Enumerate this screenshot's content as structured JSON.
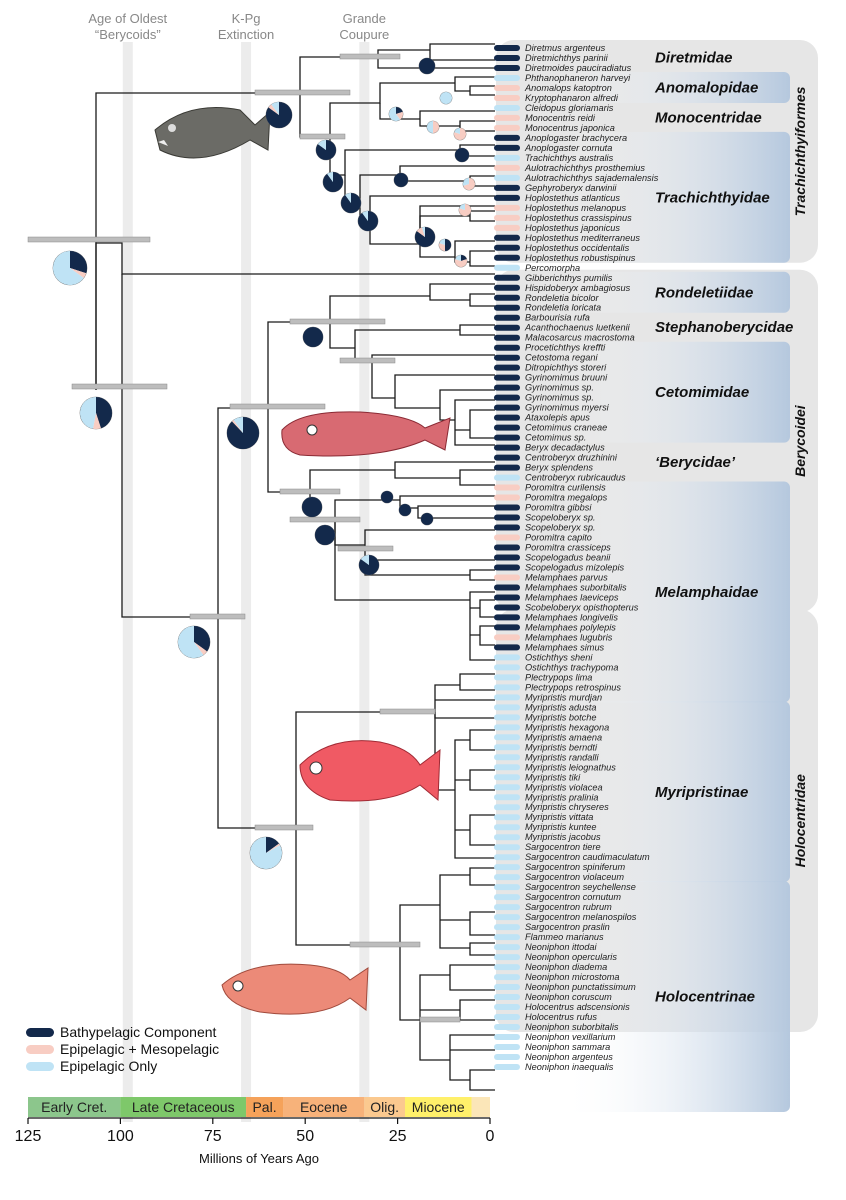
{
  "axis": {
    "title": "Millions of Years Ago",
    "ticks": [
      "125",
      "100",
      "75",
      "50",
      "25",
      "0"
    ],
    "tick_values": [
      125,
      100,
      75,
      50,
      25,
      0
    ],
    "range_ma": [
      125,
      0
    ]
  },
  "events": [
    {
      "label1": "Age of Oldest",
      "label2": "“Berycoids”",
      "ma": 98
    },
    {
      "label1": "K-Pg",
      "label2": "Extinction",
      "ma": 66
    },
    {
      "label1": "Grande",
      "label2": "Coupure",
      "ma": 34
    }
  ],
  "eras": [
    {
      "label": "Early Cret.",
      "start": 125,
      "end": 100,
      "color": "#8cc68c"
    },
    {
      "label": "Late Cretaceous",
      "start": 100,
      "end": 66,
      "color": "#7ec86a"
    },
    {
      "label": "Pal.",
      "start": 66,
      "end": 56,
      "color": "#f5a25a"
    },
    {
      "label": "Eocene",
      "start": 56,
      "end": 34,
      "color": "#f7b27a"
    },
    {
      "label": "Olig.",
      "start": 34,
      "end": 23,
      "color": "#fbc98f"
    },
    {
      "label": "Miocene",
      "start": 23,
      "end": 5,
      "color": "#fff06a"
    },
    {
      "label": "",
      "start": 5,
      "end": 0,
      "color": "#fbe6b8"
    }
  ],
  "legend": [
    {
      "label": "Bathypelagic Component",
      "color": "#13294b"
    },
    {
      "label": "Epipelagic + Mesopelagic",
      "color": "#f8cdc3"
    },
    {
      "label": "Epipelagic Only",
      "color": "#bfe3f5"
    }
  ],
  "colors": {
    "bathy": "#13294b",
    "meso": "#f8cdc3",
    "epi": "#bfe3f5",
    "family_box": "#b5c8de",
    "order_band": "#e6e6e6"
  },
  "orders": [
    {
      "label": "Trachichthyiformes",
      "from": 0,
      "to": 21
    },
    {
      "label": "Berycoidei",
      "from": 23,
      "to": 56
    },
    {
      "label": "Holocentridae",
      "from": 57,
      "to": 98
    }
  ],
  "families": [
    {
      "label": "Diretmidae",
      "from": 0,
      "to": 2
    },
    {
      "label": "Anomalopidae",
      "from": 3,
      "to": 5
    },
    {
      "label": "Monocentridae",
      "from": 6,
      "to": 8
    },
    {
      "label": "Trachichthyidae",
      "from": 9,
      "to": 21
    },
    {
      "label": "Rondeletiidae",
      "from": 23,
      "to": 26
    },
    {
      "label": "Stephanoberycidae",
      "from": 27,
      "to": 29
    },
    {
      "label": "Cetomimidae",
      "from": 30,
      "to": 39
    },
    {
      "label": "‘Berycidae’",
      "from": 40,
      "to": 43
    },
    {
      "label": "Melamphaidae",
      "from": 44,
      "to": 65
    },
    {
      "label": "Myripristinae",
      "from": 66,
      "to": 83
    },
    {
      "label": "Holocentrinae",
      "from": 84,
      "to": 106
    }
  ],
  "species": [
    {
      "name": "Diretmus argenteus",
      "habitat": "bathy"
    },
    {
      "name": "Diretmichthys parinii",
      "habitat": "bathy"
    },
    {
      "name": "Diretmoides pauciradiatus",
      "habitat": "bathy"
    },
    {
      "name": "Phthanophaneron harveyi",
      "habitat": "epi"
    },
    {
      "name": "Anomalops katoptron",
      "habitat": "meso"
    },
    {
      "name": "Kryptophanaron alfredi",
      "habitat": "meso"
    },
    {
      "name": "Cleidopus gloriamaris",
      "habitat": "epi"
    },
    {
      "name": "Monocentris reidi",
      "habitat": "meso"
    },
    {
      "name": "Monocentrus japonica",
      "habitat": "meso"
    },
    {
      "name": "Anoplogaster brachycera",
      "habitat": "bathy"
    },
    {
      "name": "Anoplogaster cornuta",
      "habitat": "bathy"
    },
    {
      "name": "Trachichthys australis",
      "habitat": "epi"
    },
    {
      "name": "Aulotrachichthys prosthemius",
      "habitat": "meso"
    },
    {
      "name": "Aulotrachichthys sajademalensis",
      "habitat": "epi"
    },
    {
      "name": "Gephyroberyx darwinii",
      "habitat": "bathy"
    },
    {
      "name": "Hoplostethus atlanticus",
      "habitat": "bathy"
    },
    {
      "name": "Hoplostethus melanopus",
      "habitat": "meso"
    },
    {
      "name": "Hoplostethus crassispinus",
      "habitat": "meso"
    },
    {
      "name": "Hoplostethus japonicus",
      "habitat": "meso"
    },
    {
      "name": "Hoplostethus mediterraneus",
      "habitat": "bathy"
    },
    {
      "name": "Hoplostethus occidentalis",
      "habitat": "bathy"
    },
    {
      "name": "Hoplostethus robustispinus",
      "habitat": "bathy"
    },
    {
      "name": "Percomorpha",
      "habitat": "epi"
    },
    {
      "name": "Gibberichthys pumilis",
      "habitat": "bathy"
    },
    {
      "name": "Hispidoberyx ambagiosus",
      "habitat": "bathy"
    },
    {
      "name": "Rondeletia bicolor",
      "habitat": "bathy"
    },
    {
      "name": "Rondeletia loricata",
      "habitat": "bathy"
    },
    {
      "name": "Barbourisia rufa",
      "habitat": "bathy"
    },
    {
      "name": "Acanthochaenus luetkenii",
      "habitat": "bathy"
    },
    {
      "name": "Malacosarcus macrostoma",
      "habitat": "bathy"
    },
    {
      "name": "Procetichthys kreffti",
      "habitat": "bathy"
    },
    {
      "name": "Cetostoma regani",
      "habitat": "bathy"
    },
    {
      "name": "Ditropichthys storeri",
      "habitat": "bathy"
    },
    {
      "name": "Gyrinomimus bruuni",
      "habitat": "bathy"
    },
    {
      "name": "Gyrinomimus sp.",
      "habitat": "bathy"
    },
    {
      "name": "Gyrinomimus sp.",
      "habitat": "bathy"
    },
    {
      "name": "Gyrinomimus myersi",
      "habitat": "bathy"
    },
    {
      "name": "Ataxolepis apus",
      "habitat": "bathy"
    },
    {
      "name": "Cetomimus craneae",
      "habitat": "bathy"
    },
    {
      "name": "Cetomimus sp.",
      "habitat": "bathy"
    },
    {
      "name": "Beryx decadactylus",
      "habitat": "bathy"
    },
    {
      "name": "Centroberyx druzhinini",
      "habitat": "bathy"
    },
    {
      "name": "Beryx splendens",
      "habitat": "bathy"
    },
    {
      "name": "Centroberyx rubricaudus",
      "habitat": "epi"
    },
    {
      "name": "Poromitra curilensis",
      "habitat": "meso"
    },
    {
      "name": "Poromitra megalops",
      "habitat": "meso"
    },
    {
      "name": "Poromitra gibbsi",
      "habitat": "bathy"
    },
    {
      "name": "Scopeloberyx sp.",
      "habitat": "bathy"
    },
    {
      "name": "Scopeloberyx sp.",
      "habitat": "bathy"
    },
    {
      "name": "Poromitra capito",
      "habitat": "meso"
    },
    {
      "name": "Poromitra crassiceps",
      "habitat": "bathy"
    },
    {
      "name": "Scopelogadus beanii",
      "habitat": "bathy"
    },
    {
      "name": "Scopelogadus mizolepis",
      "habitat": "bathy"
    },
    {
      "name": "Melamphaes parvus",
      "habitat": "meso"
    },
    {
      "name": "Melamphaes suborbitalis",
      "habitat": "bathy"
    },
    {
      "name": "Melamphaes laeviceps",
      "habitat": "bathy"
    },
    {
      "name": "Scobeloberyx opisthopterus",
      "habitat": "bathy"
    },
    {
      "name": "Melamphaes longivelis",
      "habitat": "bathy"
    },
    {
      "name": "Melamphaes polylepis",
      "habitat": "bathy"
    },
    {
      "name": "Melamphaes lugubris",
      "habitat": "meso"
    },
    {
      "name": "Melamphaes simus",
      "habitat": "bathy"
    },
    {
      "name": "Ostichthys sheni",
      "habitat": "epi"
    },
    {
      "name": "Ostichthys trachypoma",
      "habitat": "epi"
    },
    {
      "name": "Plectrypops lima",
      "habitat": "epi"
    },
    {
      "name": "Plectrypops retrospinus",
      "habitat": "epi"
    },
    {
      "name": "Myripristis murdjan",
      "habitat": "epi"
    },
    {
      "name": "Myripristis adusta",
      "habitat": "epi"
    },
    {
      "name": "Myripristis botche",
      "habitat": "epi"
    },
    {
      "name": "Myripristis hexagona",
      "habitat": "epi"
    },
    {
      "name": "Myripristis amaena",
      "habitat": "epi"
    },
    {
      "name": "Myripristis berndti",
      "habitat": "epi"
    },
    {
      "name": "Myripristis randalli",
      "habitat": "epi"
    },
    {
      "name": "Myripristis leiognathus",
      "habitat": "epi"
    },
    {
      "name": "Myripristis tiki",
      "habitat": "epi"
    },
    {
      "name": "Myripristis violacea",
      "habitat": "epi"
    },
    {
      "name": "Myripristis pralinia",
      "habitat": "epi"
    },
    {
      "name": "Myripristis chryseres",
      "habitat": "epi"
    },
    {
      "name": "Myripristis vittata",
      "habitat": "epi"
    },
    {
      "name": "Myripristis kuntee",
      "habitat": "epi"
    },
    {
      "name": "Myripristis jacobus",
      "habitat": "epi"
    },
    {
      "name": "Sargocentron tiere",
      "habitat": "epi"
    },
    {
      "name": "Sargocentron caudimaculatum",
      "habitat": "epi"
    },
    {
      "name": "Sargocentron spiniferum",
      "habitat": "epi"
    },
    {
      "name": "Sargocentron violaceum",
      "habitat": "epi"
    },
    {
      "name": "Sargocentron seychellense",
      "habitat": "epi"
    },
    {
      "name": "Sargocentron cornutum",
      "habitat": "epi"
    },
    {
      "name": "Sargocentron rubrum",
      "habitat": "epi"
    },
    {
      "name": "Sargocentron melanospilos",
      "habitat": "epi"
    },
    {
      "name": "Sargocentron praslin",
      "habitat": "epi"
    },
    {
      "name": "Flammeo marianus",
      "habitat": "epi"
    },
    {
      "name": "Neoniphon ittodai",
      "habitat": "epi"
    },
    {
      "name": "Neoniphon opercularis",
      "habitat": "epi"
    },
    {
      "name": "Neoniphon diadema",
      "habitat": "epi"
    },
    {
      "name": "Neoniphon microstoma",
      "habitat": "epi"
    },
    {
      "name": "Neoniphon punctatissimum",
      "habitat": "epi"
    },
    {
      "name": "Neoniphon coruscum",
      "habitat": "epi"
    },
    {
      "name": "Holocentrus adscensionis",
      "habitat": "epi"
    },
    {
      "name": "Holocentrus rufus",
      "habitat": "epi"
    },
    {
      "name": "Neoniphon suborbitalis",
      "habitat": "epi"
    },
    {
      "name": "Neoniphon vexillarium",
      "habitat": "epi"
    },
    {
      "name": "Neoniphon sammara",
      "habitat": "epi"
    },
    {
      "name": "Neoniphon argenteus",
      "habitat": "epi"
    },
    {
      "name": "Neoniphon inaequalis",
      "habitat": "epi"
    }
  ]
}
